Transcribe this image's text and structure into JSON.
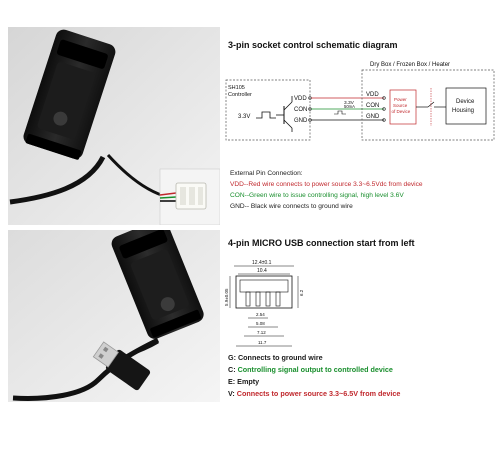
{
  "colors": {
    "red": "#c0282d",
    "green": "#1a8f2e",
    "dark": "#1b1b1b",
    "line": "#222222",
    "dash": "#555555"
  },
  "top": {
    "title": "3-pin socket control schematic diagram",
    "controller": {
      "label_line1": "SH105",
      "label_line2": "Controller"
    },
    "voltage_left": "3.3V",
    "pins": [
      "VDD",
      "CON",
      "GND"
    ],
    "signal_label_line1": "3.3V",
    "signal_label_line2": "50mA",
    "box_title": "Dry Box / Frozen Box / Heater",
    "box_pins": [
      "VDD",
      "CON",
      "GND"
    ],
    "power_source": [
      "Power",
      "Source",
      "of Device"
    ],
    "device_housing": [
      "Device",
      "Housing"
    ],
    "external": {
      "heading": "External Pin Connection:",
      "lines": [
        {
          "key": "VDD",
          "text": "--Red wire connects to power source 3.3~6.5Vdc from device",
          "color": "red"
        },
        {
          "key": "CON",
          "text": "--Green wire to issue controlling signal, high level 3.6V",
          "color": "green"
        },
        {
          "key": "GND",
          "text": "-- Black wire connects to ground wire",
          "color": "dark"
        }
      ]
    }
  },
  "bottom": {
    "title": "4-pin MICRO USB connection start from left",
    "dims": {
      "top1": "12.4±0.1",
      "top2": "10.4",
      "left": "5.9±0.05",
      "right": "6.2",
      "b1": "2.54",
      "b2": "5.08",
      "b3": "7.12",
      "b4": "11.7"
    },
    "pins": [
      {
        "key": "G:",
        "text": " Connects to ground wire",
        "color": "dark"
      },
      {
        "key": "C:",
        "text": " Controlling signal output to controlled device",
        "color": "green"
      },
      {
        "key": "E:",
        "text": " Empty",
        "color": "dark"
      },
      {
        "key": "V:",
        "text": " Connects to power source 3.3~6.5V from device",
        "color": "red"
      }
    ]
  }
}
